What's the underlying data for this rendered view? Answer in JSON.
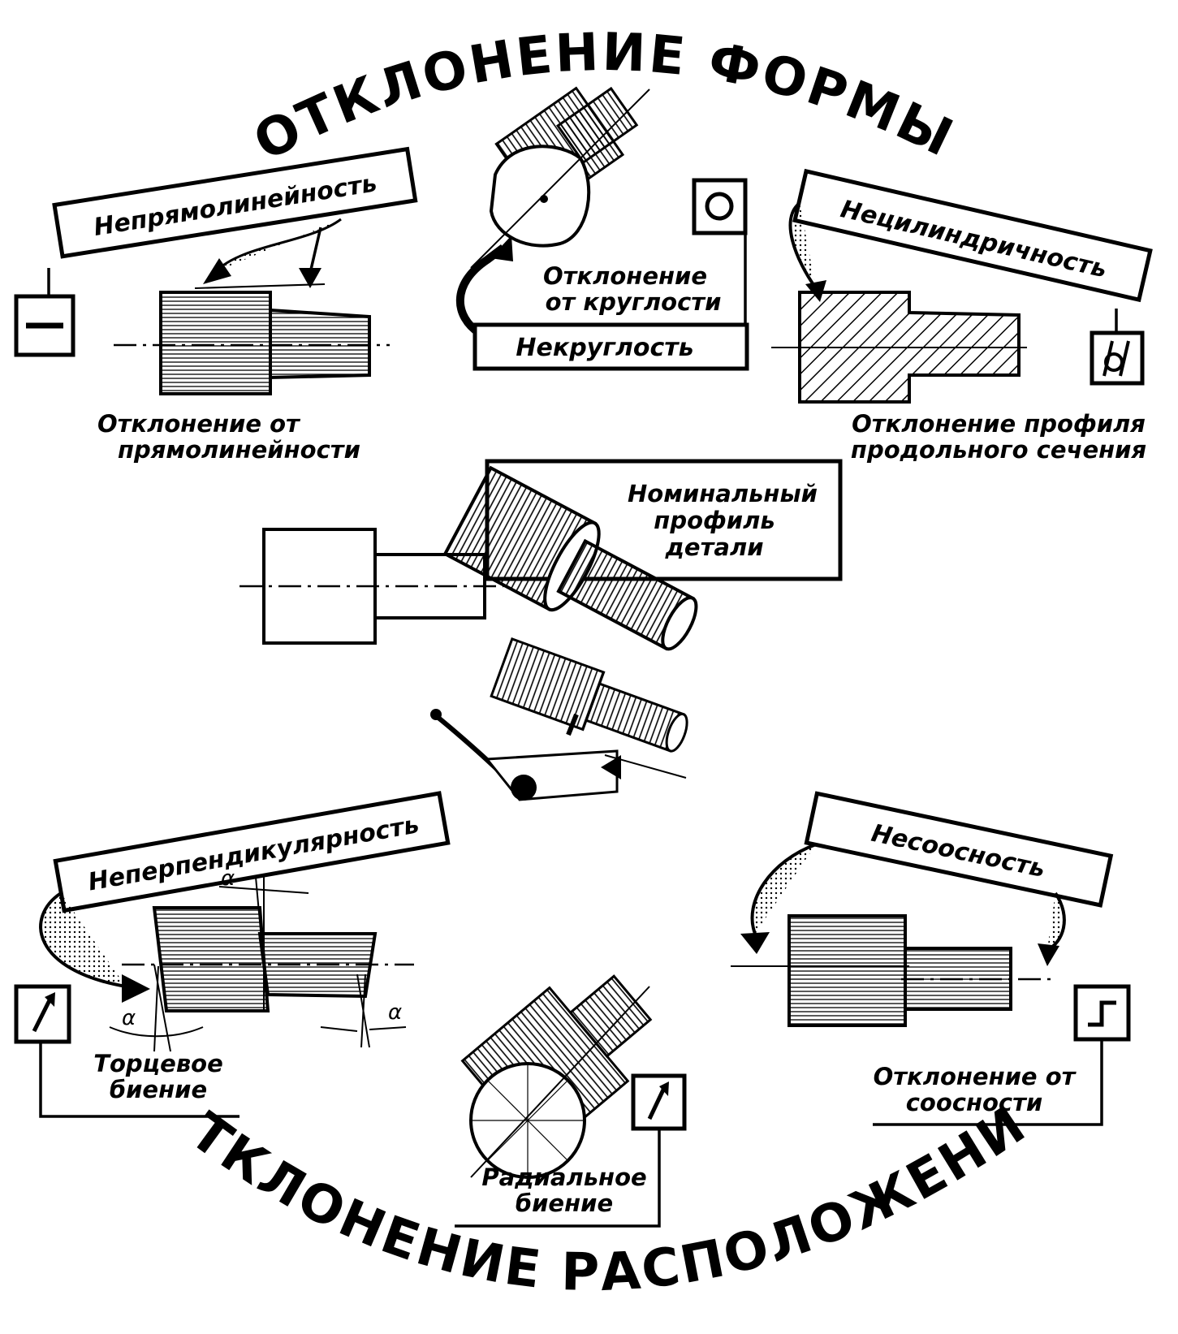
{
  "titles": {
    "top": "ОТКЛОНЕНИЕ ФОРМЫ",
    "bottom": "ОТКЛОНЕНИЕ РАСПОЛОЖЕНИЯ"
  },
  "plates": {
    "straightness": "Непрямолинейность",
    "roundness": "Некруглость",
    "cylindricity": "Нецилиндричность",
    "perpendicularity": "Неперпендикулярность",
    "coaxiality": "Несоосность",
    "nominal": [
      "Номинальный",
      "профиль",
      "детали"
    ]
  },
  "captions": {
    "straightness": [
      "Отклонение от",
      "прямолинейности"
    ],
    "roundness": [
      "Отклонение",
      "от круглости"
    ],
    "profile": [
      "Отклонение профиля",
      "продольного сечения"
    ],
    "axial_runout": [
      "Торцевое",
      "биение"
    ],
    "radial_runout": [
      "Радиальное",
      "биение"
    ],
    "coaxiality": [
      "Отклонение от",
      "соосности"
    ]
  },
  "angle_label": "α",
  "icons": [
    "straightness-symbol-icon",
    "roundness-symbol-icon",
    "cylindricity-symbol-icon",
    "runout-symbol-icon",
    "coaxiality-symbol-icon",
    "dial-indicator-icon"
  ]
}
